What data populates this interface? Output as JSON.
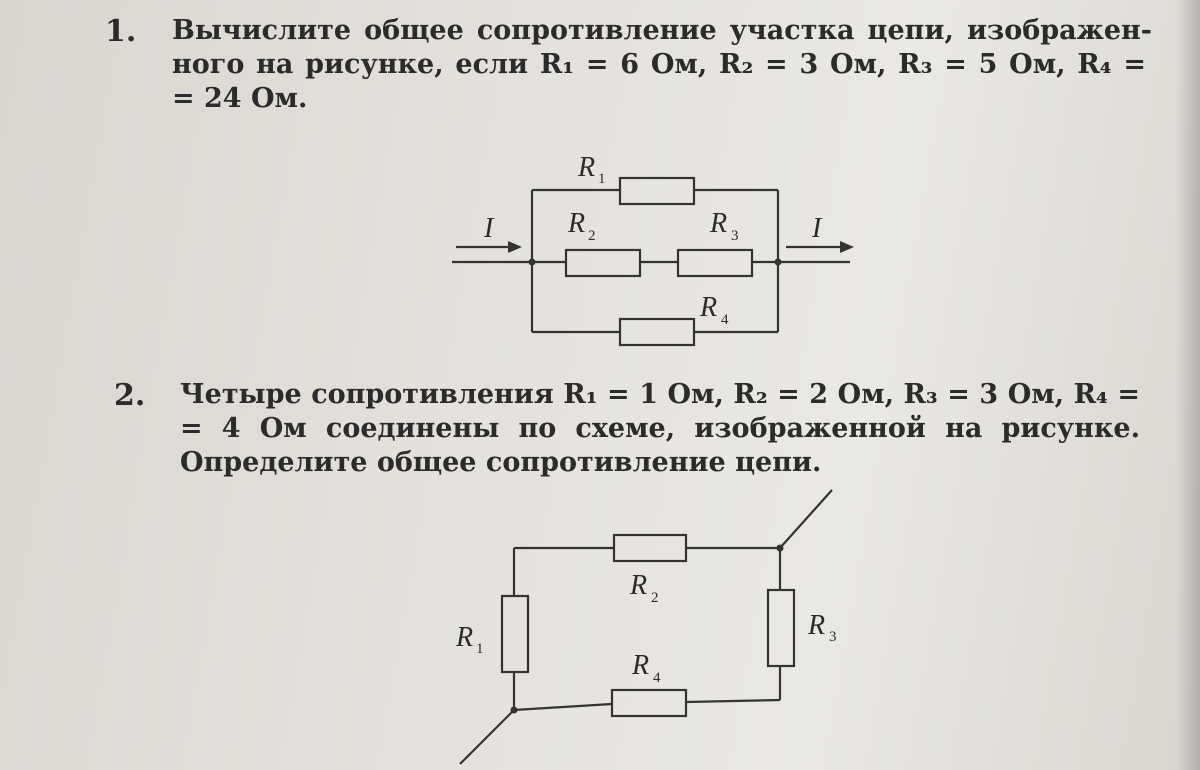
{
  "problems": [
    {
      "number": "1.",
      "lines": [
        "Вычислите общее сопротивление участка цепи, изображен-",
        "ного на рисунке, если R₁ = 6 Ом, R₂ = 3 Ом, R₃ = 5 Ом, R₄ =",
        "= 24 Ом."
      ],
      "figure": {
        "labels": {
          "R1": "R",
          "R1_sub": "1",
          "R2": "R",
          "R2_sub": "2",
          "R3": "R",
          "R3_sub": "3",
          "R4": "R",
          "R4_sub": "4",
          "I_in": "I",
          "I_out": "I"
        }
      }
    },
    {
      "number": "2.",
      "lines": [
        "Четыре сопротивления R₁ = 1 Ом, R₂ = 2 Ом, R₃ = 3 Ом, R₄ =",
        "= 4 Ом соединены по схеме, изображенной на рисунке.",
        "Определите общее сопротивление цепи."
      ],
      "figure": {
        "labels": {
          "R1": "R",
          "R1_sub": "1",
          "R2": "R",
          "R2_sub": "2",
          "R3": "R",
          "R3_sub": "3",
          "R4": "R",
          "R4_sub": "4"
        }
      }
    }
  ]
}
